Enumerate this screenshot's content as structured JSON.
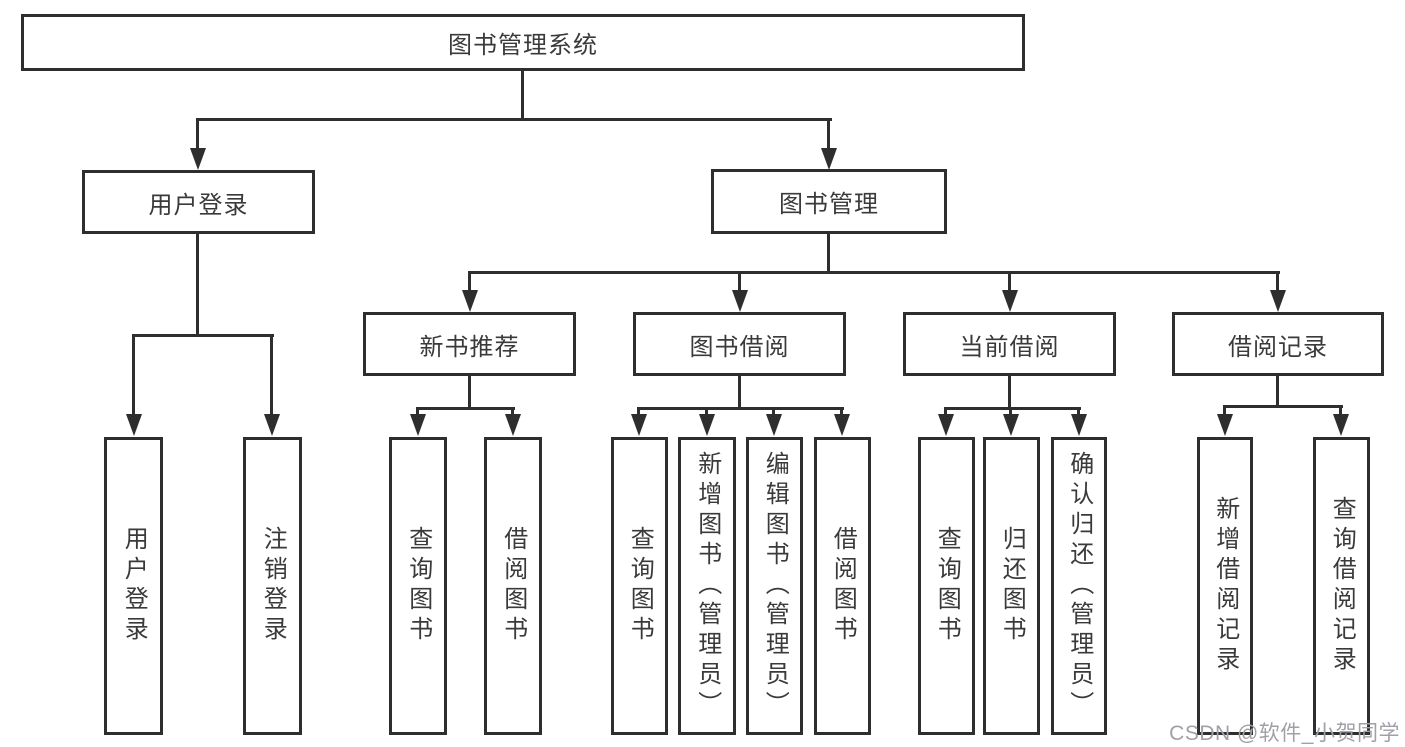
{
  "diagram": {
    "root_label": "图书管理系统",
    "user_login": {
      "label": "用户登录",
      "children": [
        "用户登录",
        "注销登录"
      ]
    },
    "book_mgmt": {
      "label": "图书管理",
      "children": [
        {
          "label": "新书推荐",
          "children": [
            "查询图书",
            "借阅图书"
          ]
        },
        {
          "label": "图书借阅",
          "children": [
            "查询图书",
            "新增图书（管理员）",
            "编辑图书（管理员）",
            "借阅图书"
          ]
        },
        {
          "label": "当前借阅",
          "children": [
            "查询图书",
            "归还图书",
            "确认归还（管理员）"
          ]
        },
        {
          "label": "借阅记录",
          "children": [
            "新增借阅记录",
            "查询借阅记录"
          ]
        }
      ]
    },
    "watermark": "CSDN @软件_小贺同学",
    "colors": {
      "line": "#2e2e2e",
      "text": "#3a3a3a",
      "watermark": "#a0a0a8",
      "background": "#ffffff"
    }
  }
}
